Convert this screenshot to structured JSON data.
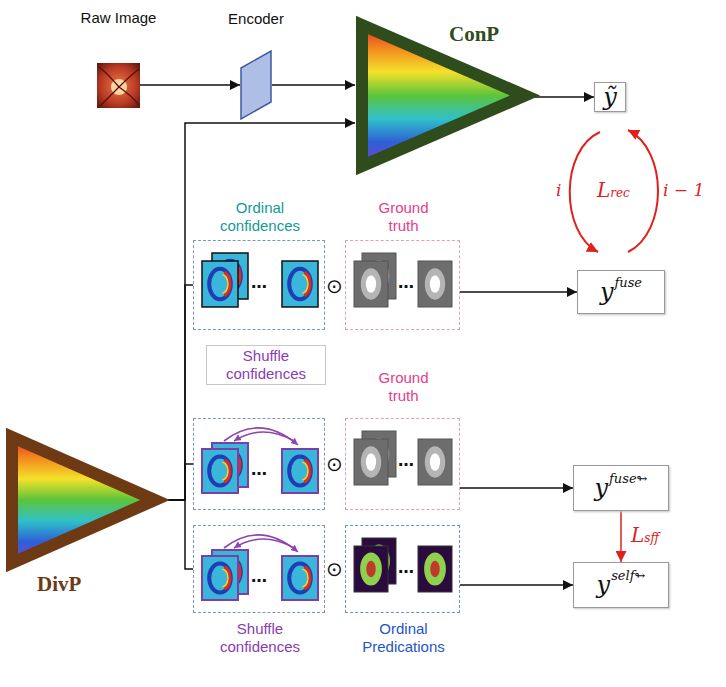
{
  "diagram": {
    "nodes": [
      {
        "text": [
          "Raw Image"
        ]
      },
      {
        "text": [
          "Encoder"
        ]
      },
      {
        "text": [
          "ConP"
        ]
      },
      {
        "text": [
          "ỹ"
        ]
      },
      {
        "text": [
          "DivP"
        ]
      },
      {
        "text": [
          "Ordinal confidences"
        ]
      },
      {
        "text": [
          "Ground truth"
        ]
      },
      {
        "text": [
          "y",
          "fuse"
        ]
      },
      {
        "text": [
          "Shuffle confidences"
        ]
      },
      {
        "text": [
          "Ground truth"
        ]
      },
      {
        "text": [
          "y",
          "fuse↬"
        ]
      },
      {
        "text": [
          "Shuffle confidences"
        ]
      },
      {
        "text": [
          "Ordinal Predications"
        ]
      },
      {
        "text": [
          "y",
          "self↬"
        ]
      }
    ],
    "edges": [
      {
        "from": 0,
        "to": 1,
        "arrow": "to"
      },
      {
        "from": 1,
        "to": 2,
        "arrow": "to"
      },
      {
        "from": 2,
        "to": 3,
        "arrow": "to"
      },
      {
        "from": 4,
        "to": 2,
        "arrow": "to"
      },
      {
        "from": 4,
        "to": 5,
        "arrow": "none"
      },
      {
        "from": 4,
        "to": 8,
        "arrow": "none"
      },
      {
        "from": 4,
        "to": 11,
        "arrow": "none"
      },
      {
        "from": 6,
        "to": 7,
        "arrow": "to"
      },
      {
        "from": 9,
        "to": 10,
        "arrow": "to"
      },
      {
        "from": 12,
        "to": 13,
        "arrow": "to"
      },
      {
        "from": 10,
        "to": 13,
        "label": "Lsff",
        "arrow": "to"
      }
    ],
    "labels": [
      "i",
      "Lrec",
      "i − 1",
      "⊙",
      "…",
      "…",
      "⊙",
      "…",
      "…",
      "⊙",
      "…",
      "…"
    ]
  }
}
